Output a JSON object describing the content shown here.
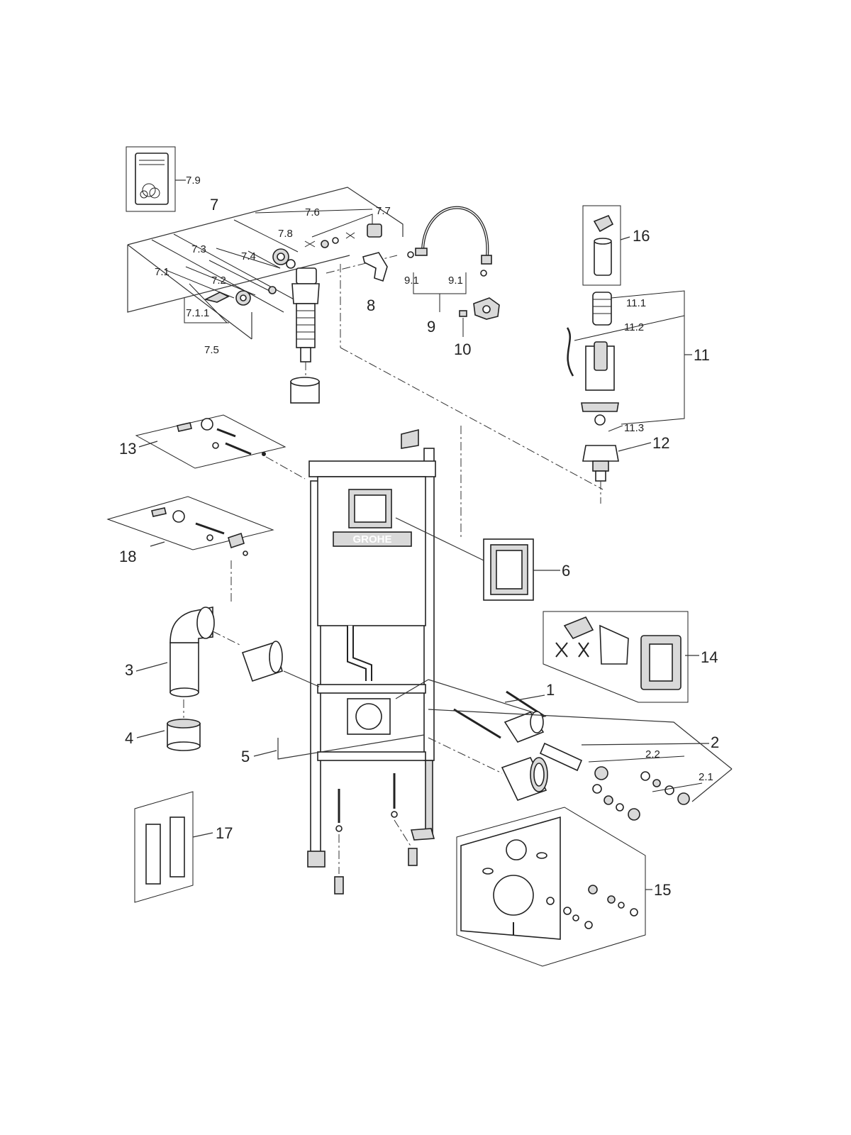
{
  "brand": "GROHE",
  "callouts": {
    "c1": "1",
    "c2": "2",
    "c2_1": "2.1",
    "c2_2": "2.2",
    "c3": "3",
    "c4": "4",
    "c5": "5",
    "c6": "6",
    "c7": "7",
    "c7_1": "7.1",
    "c7_1_1": "7.1.1",
    "c7_2": "7.2",
    "c7_3": "7.3",
    "c7_4": "7.4",
    "c7_5": "7.5",
    "c7_6": "7.6",
    "c7_7": "7.7",
    "c7_8": "7.8",
    "c7_9": "7.9",
    "c8": "8",
    "c9": "9",
    "c9_1a": "9.1",
    "c9_1b": "9.1",
    "c10": "10",
    "c11": "11",
    "c11_1": "11.1",
    "c11_2": "11.2",
    "c11_3": "11.3",
    "c12": "12",
    "c13": "13",
    "c14": "14",
    "c15": "15",
    "c16": "16",
    "c17": "17",
    "c18": "18"
  }
}
